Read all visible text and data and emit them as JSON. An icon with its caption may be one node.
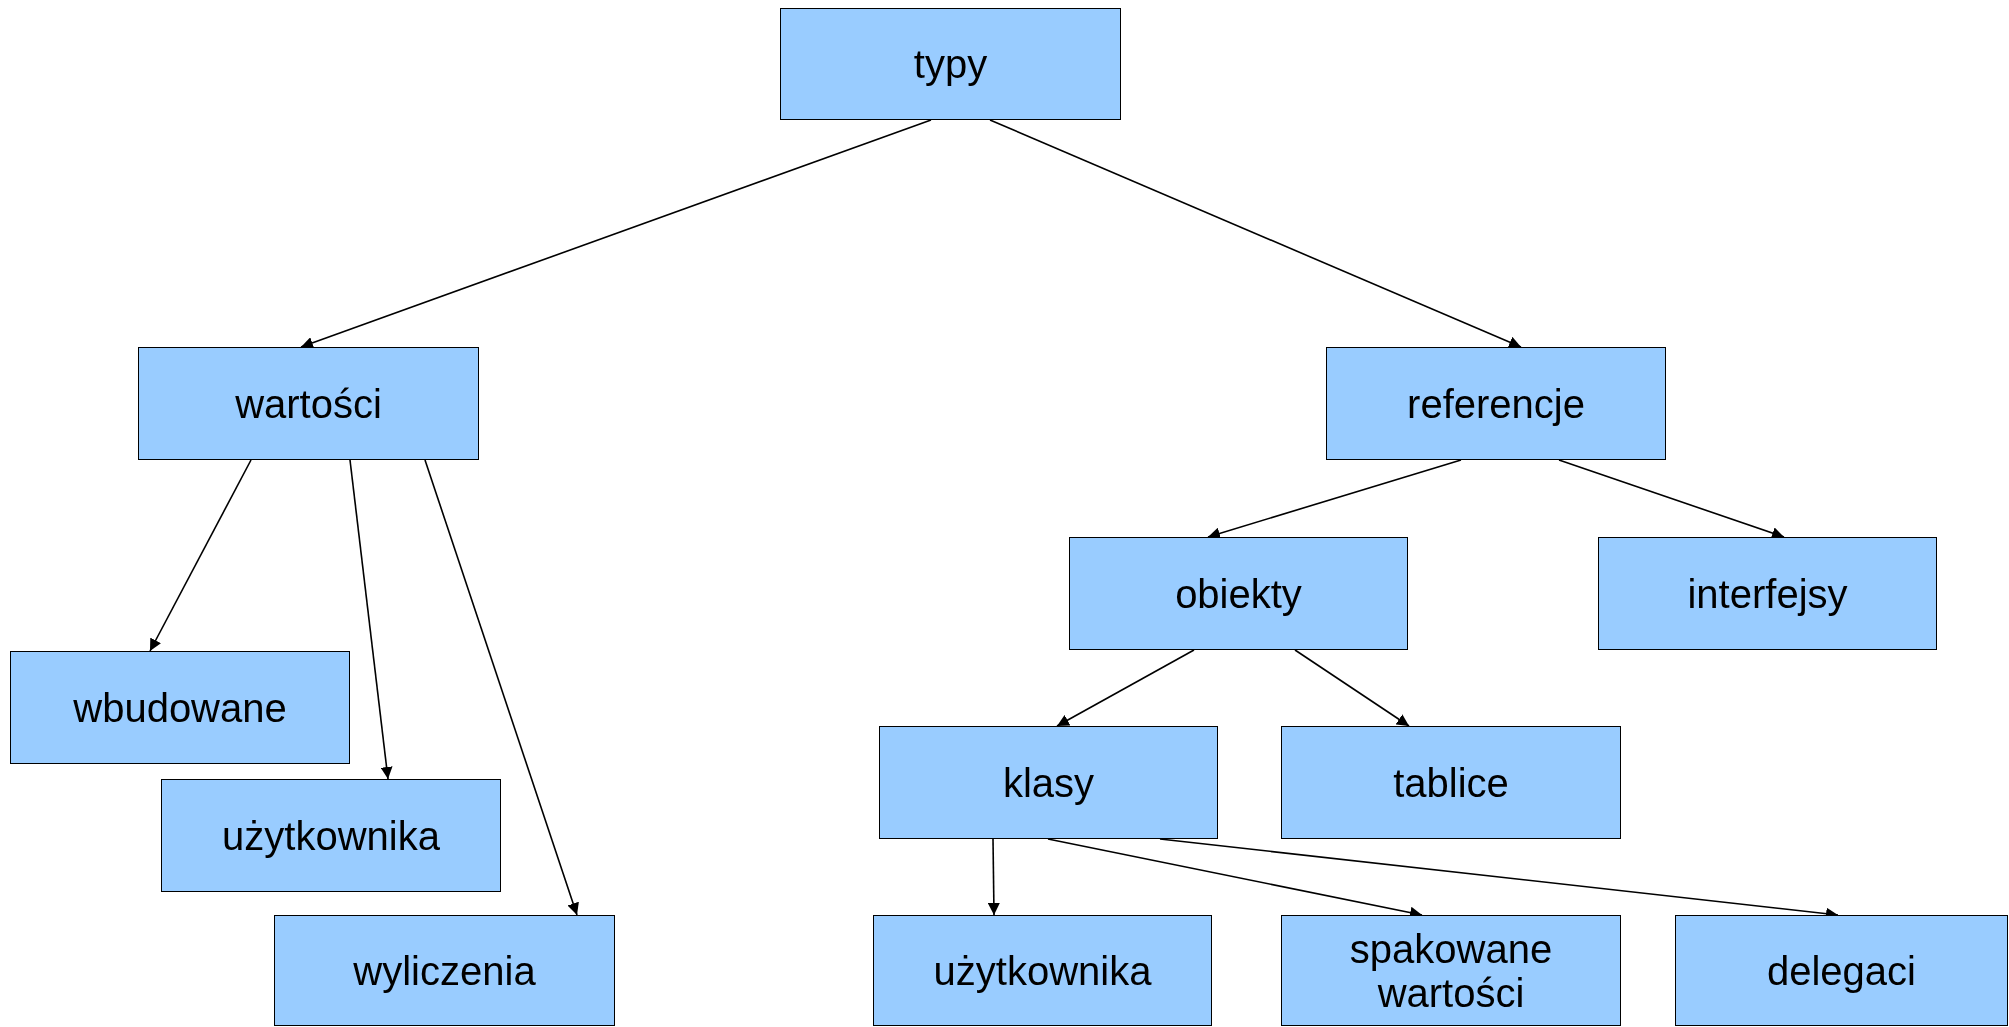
{
  "diagram": {
    "nodes": [
      {
        "text": [
          "typy"
        ]
      },
      {
        "text": [
          "wartości"
        ]
      },
      {
        "text": [
          "referencje"
        ]
      },
      {
        "text": [
          "wbudowane"
        ]
      },
      {
        "text": [
          "użytkownika"
        ]
      },
      {
        "text": [
          "wyliczenia"
        ]
      },
      {
        "text": [
          "obiekty"
        ]
      },
      {
        "text": [
          "interfejsy"
        ]
      },
      {
        "text": [
          "klasy"
        ]
      },
      {
        "text": [
          "tablice"
        ]
      },
      {
        "text": [
          "użytkownika"
        ]
      },
      {
        "text": [
          "spakowane wartości"
        ]
      },
      {
        "text": [
          "delegaci"
        ]
      }
    ],
    "edges": [
      {
        "from": 0,
        "to": 1,
        "arrow": "to"
      },
      {
        "from": 0,
        "to": 2,
        "arrow": "to"
      },
      {
        "from": 1,
        "to": 3,
        "arrow": "to"
      },
      {
        "from": 1,
        "to": 4,
        "arrow": "to"
      },
      {
        "from": 1,
        "to": 5,
        "arrow": "to"
      },
      {
        "from": 2,
        "to": 6,
        "arrow": "to"
      },
      {
        "from": 2,
        "to": 7,
        "arrow": "to"
      },
      {
        "from": 6,
        "to": 8,
        "arrow": "to"
      },
      {
        "from": 6,
        "to": 9,
        "arrow": "to"
      },
      {
        "from": 8,
        "to": 10,
        "arrow": "to"
      },
      {
        "from": 8,
        "to": 11,
        "arrow": "to"
      },
      {
        "from": 8,
        "to": 12,
        "arrow": "to"
      }
    ]
  }
}
